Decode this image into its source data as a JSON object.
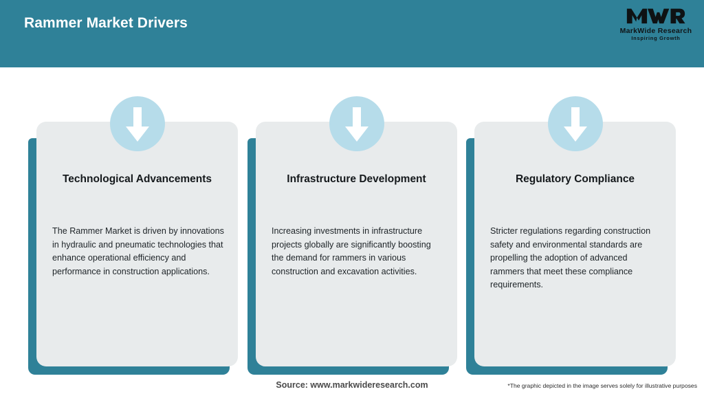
{
  "header": {
    "title": "Rammer Market Drivers",
    "background_color": "#2F8198",
    "title_color": "#FFFFFF"
  },
  "logo": {
    "monogram": "MWR",
    "name": "MarkWide Research",
    "tagline": "Inspiring Growth",
    "icon": "mwr-logo-icon"
  },
  "theme": {
    "accent": "#2F8198",
    "card_background": "#E8EBEC",
    "badge_background": "#B6DCEA",
    "arrow_color": "#FFFFFF",
    "page_background": "#FFFFFF"
  },
  "cards": [
    {
      "icon": "down-arrow-icon",
      "title": "Technological Advancements",
      "body": "The Rammer Market is driven by innovations in hydraulic and pneumatic technologies that enhance operational efficiency and performance in construction applications."
    },
    {
      "icon": "down-arrow-icon",
      "title": "Infrastructure Development",
      "body": "Increasing investments in infrastructure projects globally are significantly boosting the demand for rammers in various construction and excavation activities."
    },
    {
      "icon": "down-arrow-icon",
      "title": "Regulatory Compliance",
      "body": "Stricter regulations regarding construction safety and environmental standards are propelling the adoption of advanced rammers that meet these compliance requirements."
    }
  ],
  "footer": {
    "source": "Source: www.markwideresearch.com",
    "disclaimer": "*The graphic depicted in the image serves solely for illustrative purposes"
  }
}
